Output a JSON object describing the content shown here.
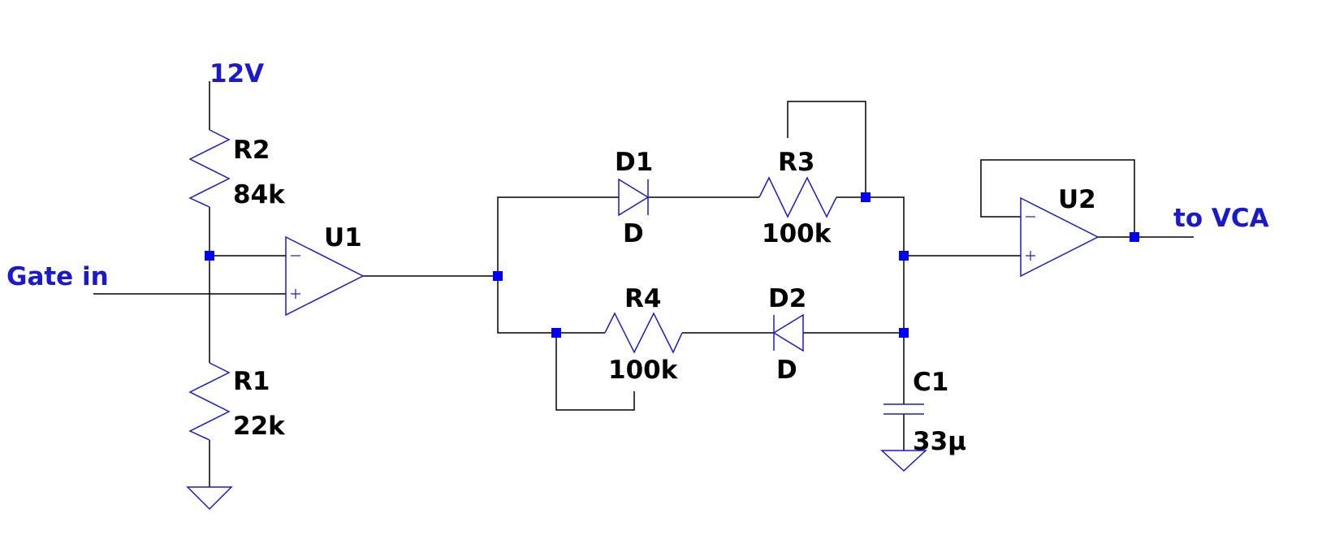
{
  "colors": {
    "wire": "#000000",
    "component": "#1a1acc",
    "junction": "#0000ff",
    "net_label": "#1a1acc",
    "background": "#ffffff"
  },
  "nets": {
    "supply": "12V",
    "input": "Gate in",
    "output": "to VCA"
  },
  "components": {
    "R1": {
      "ref": "R1",
      "value": "22k"
    },
    "R2": {
      "ref": "R2",
      "value": "84k"
    },
    "R3": {
      "ref": "R3",
      "value": "100k"
    },
    "R4": {
      "ref": "R4",
      "value": "100k"
    },
    "D1": {
      "ref": "D1",
      "value": "D"
    },
    "D2": {
      "ref": "D2",
      "value": "D"
    },
    "C1": {
      "ref": "C1",
      "value": "33µ"
    },
    "U1": {
      "ref": "U1"
    },
    "U2": {
      "ref": "U2"
    }
  }
}
